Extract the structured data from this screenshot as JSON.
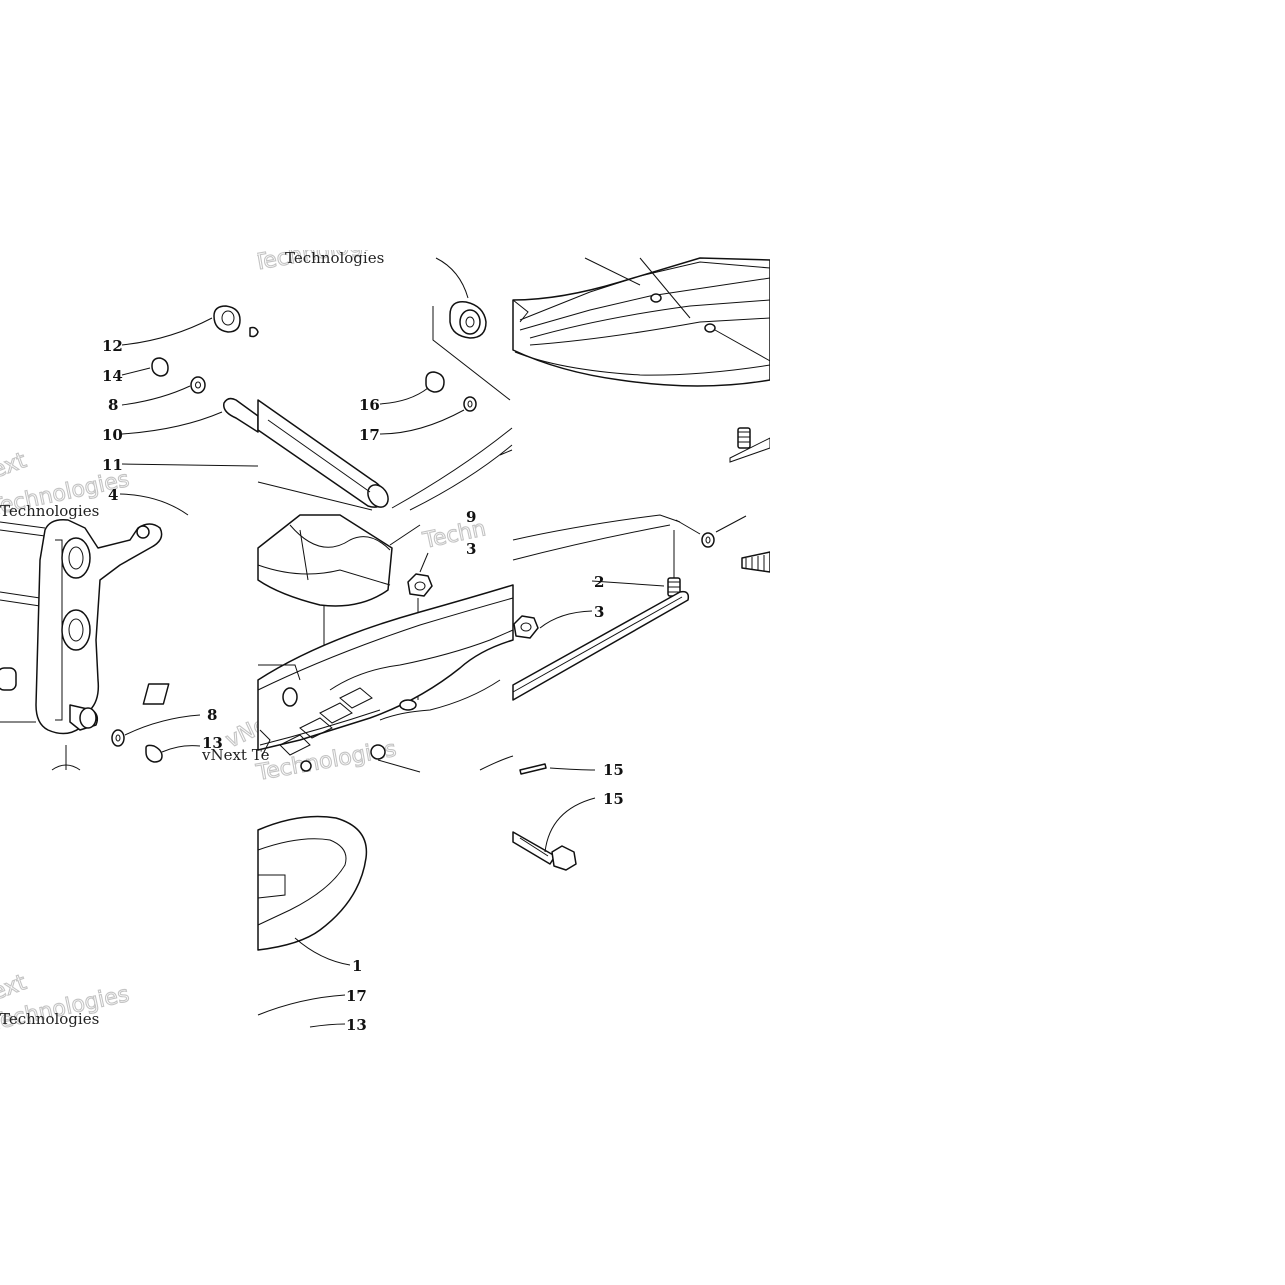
{
  "diagram": {
    "callouts": [
      {
        "id": "c12a",
        "label": "12"
      },
      {
        "id": "c14",
        "label": "14"
      },
      {
        "id": "c8a",
        "label": "8"
      },
      {
        "id": "c10",
        "label": "10"
      },
      {
        "id": "c11",
        "label": "11"
      },
      {
        "id": "c4",
        "label": "4"
      },
      {
        "id": "c8b",
        "label": "8"
      },
      {
        "id": "c13a",
        "label": "13"
      },
      {
        "id": "c16",
        "label": "16"
      },
      {
        "id": "c17a",
        "label": "17"
      },
      {
        "id": "c9",
        "label": "9"
      },
      {
        "id": "c3a",
        "label": "3"
      },
      {
        "id": "c2",
        "label": "2"
      },
      {
        "id": "c3b",
        "label": "3"
      },
      {
        "id": "c15a",
        "label": "15"
      },
      {
        "id": "c15b",
        "label": "15"
      },
      {
        "id": "c1",
        "label": "1"
      },
      {
        "id": "c17b",
        "label": "17"
      },
      {
        "id": "c13b",
        "label": "13"
      }
    ],
    "watermarks": [
      "vNext",
      "Technologies",
      "vNext Te",
      "Techn",
      "ext"
    ]
  }
}
